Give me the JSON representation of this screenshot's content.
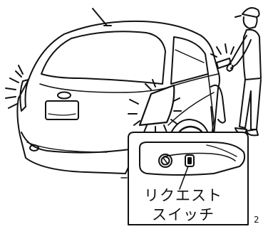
{
  "callout": {
    "label_line1": "リクエスト",
    "label_line2": "スイッチ"
  },
  "figure_number": "2"
}
